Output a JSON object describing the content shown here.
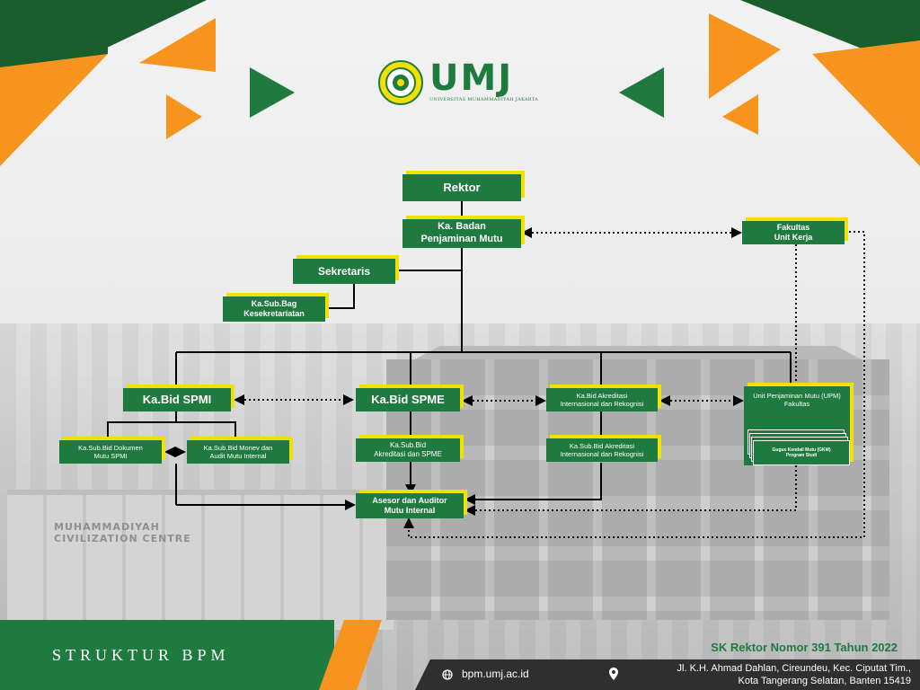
{
  "header": {
    "logo_text": "UMJ",
    "logo_subtitle": "UNIVERSITAS MUHAMMADIYAH JAKARTA"
  },
  "background": {
    "building_sign_line1": "MUHAMMADIYAH",
    "building_sign_line2": "CIVILIZATION CENTRE"
  },
  "org_chart": {
    "rektor": "Rektor",
    "ka_badan_line1": "Ka. Badan",
    "ka_badan_line2": "Penjaminan Mutu",
    "sekretaris": "Sekretaris",
    "kasubbag_line1": "Ka.Sub.Bag",
    "kasubbag_line2": "Kesekretariatan",
    "fakultas_line1": "Fakultas",
    "fakultas_line2": "Unit Kerja",
    "kabid_spmi": "Ka.Bid SPMI",
    "kabid_spme": "Ka.Bid SPME",
    "kabid_akreditasi_line1": "Ka.Bid Akreditasi",
    "kabid_akreditasi_line2": "Internasional dan Rekognisi",
    "upm_line1": "Unit Penjaminan Mutu (UPM)",
    "upm_line2": "Fakultas",
    "gkm_line1": "Gugus Kendali Mutu (GKM)",
    "gkm_line2": "Program Studi",
    "kasubbid_dokumen_line1": "Ka.Sub.Bid Dokumen",
    "kasubbid_dokumen_line2": "Mutu SPMI",
    "kasubbid_monev_line1": "Ka.Sub.Bid Monev dan",
    "kasubbid_monev_line2": "Audit Mutu Internal",
    "kasubbid_spme_line1": "Ka.Sub.Bid",
    "kasubbid_spme_line2": "Akreditasi dan SPME",
    "kasubbid_akreditasi_line1": "Ka.Sub.Bid Akreditasi",
    "kasubbid_akreditasi_line2": "Internasional dan Rekognisi",
    "asesor_line1": "Asesor dan Auditor",
    "asesor_line2": "Mutu Internal"
  },
  "footer": {
    "title": "STRUKTUR BPM",
    "sk": "SK Rektor Nomor 391 Tahun 2022",
    "website": "bpm.umj.ac.id",
    "address_line1": "Jl. K.H. Ahmad Dahlan, Cireundeu, Kec. Ciputat Tim.,",
    "address_line2": "Kota Tangerang Selatan, Banten 15419"
  },
  "colors": {
    "green": "#1f7a3f",
    "orange": "#f7941d",
    "yellow": "#f2e000",
    "dark_green": "#1a5e2e",
    "footer_dark": "#2f2f2f"
  },
  "icons": [
    "globe-icon",
    "location-pin-icon",
    "umj-seal-icon"
  ]
}
